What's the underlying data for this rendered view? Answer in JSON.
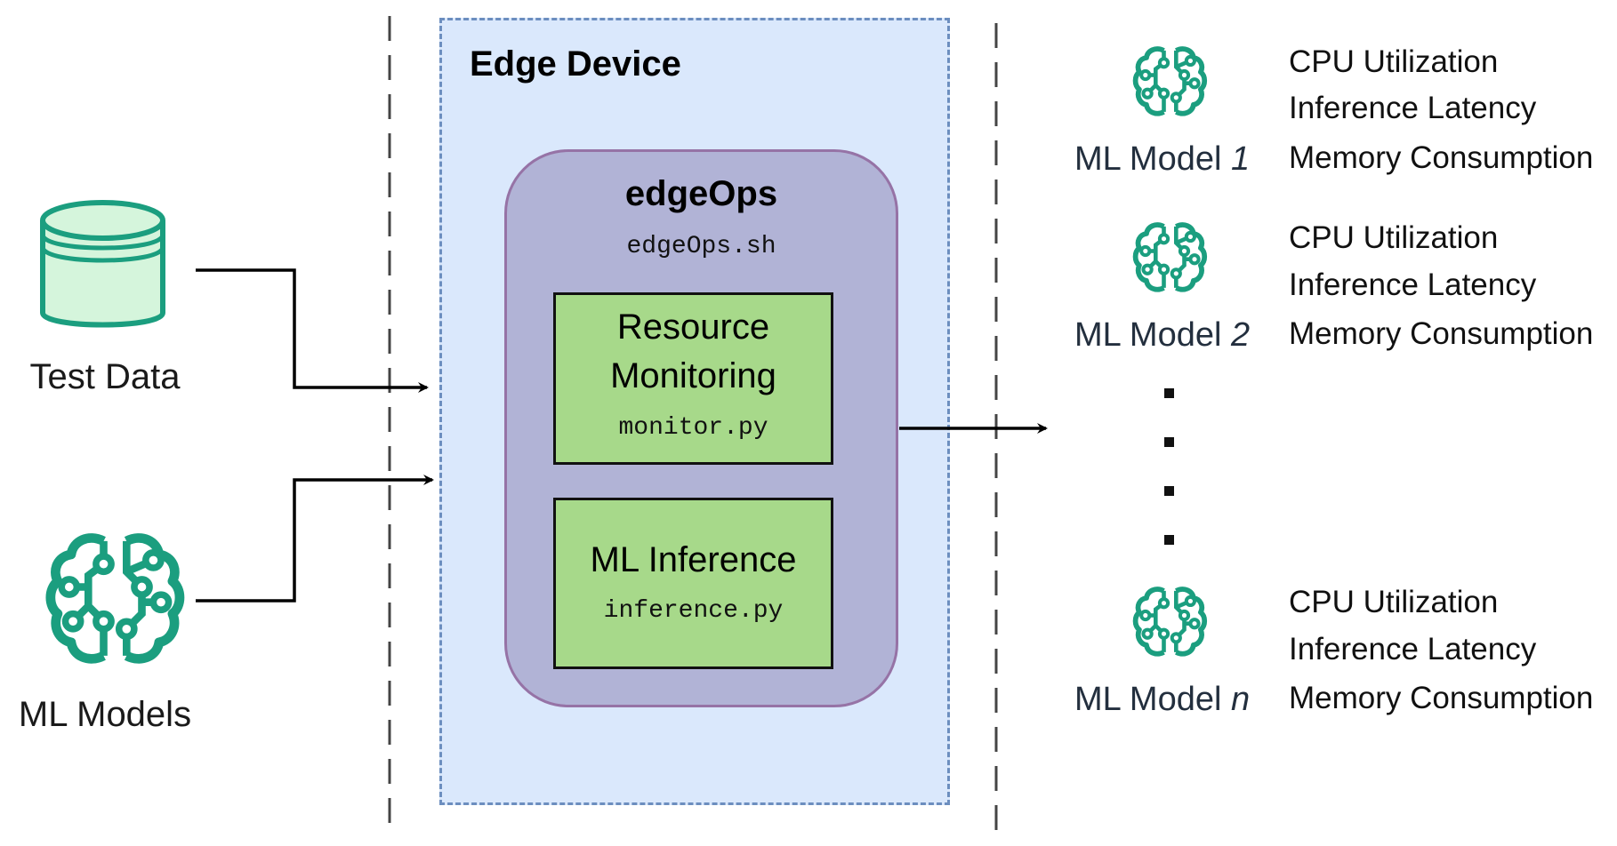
{
  "inputs": {
    "test_data": "Test Data",
    "ml_models": "ML Models"
  },
  "edge_device": {
    "title": "Edge Device",
    "edgeops": {
      "title": "edgeOps",
      "script": "edgeOps.sh",
      "resource_monitoring": {
        "title_line1": "Resource",
        "title_line2": "Monitoring",
        "script": "monitor.py"
      },
      "ml_inference": {
        "title": "ML Inference",
        "script": "inference.py"
      }
    }
  },
  "outputs": {
    "models": [
      {
        "prefix": "ML Model ",
        "index": "1",
        "metrics": [
          "CPU Utilization",
          "Inference Latency",
          "Memory Consumption"
        ]
      },
      {
        "prefix": "ML Model ",
        "index": "2",
        "metrics": [
          "CPU Utilization",
          "Inference Latency",
          "Memory Consumption"
        ]
      },
      {
        "prefix": "ML Model ",
        "index": "n",
        "metrics": [
          "CPU Utilization",
          "Inference Latency",
          "Memory Consumption"
        ]
      }
    ]
  },
  "colors": {
    "edge_device_fill": "#dae8fc",
    "edge_device_border": "#6c8ebf",
    "edgeops_fill": "#b1b3d6",
    "edgeops_border": "#9673a6",
    "script_box_fill": "#a7d98a",
    "icon_teal": "#1b9e7f",
    "db_fill": "#d5f5dc"
  },
  "icons": [
    "database-icon",
    "brain-icon"
  ]
}
